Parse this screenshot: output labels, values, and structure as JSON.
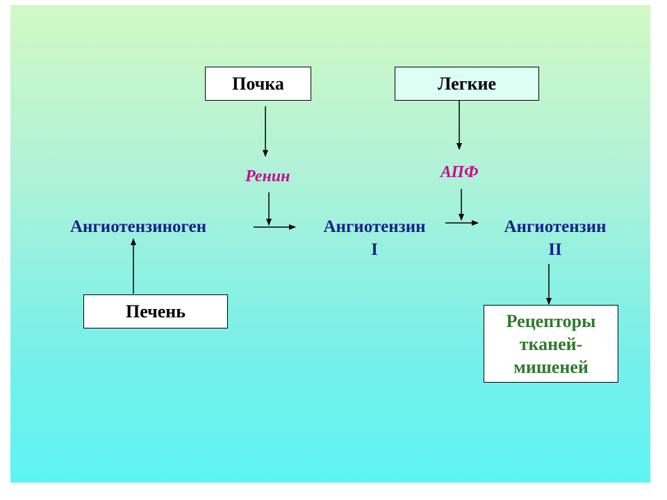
{
  "diagram": {
    "nodes": {
      "kidney": "Почка",
      "lungs": "Легкие",
      "liver": "Печень",
      "angiotensinogen": "Ангиотензиноген",
      "angiotensin1": {
        "line1": "Ангиотензин",
        "line2": "I"
      },
      "angiotensin2": {
        "line1": "Ангиотензин",
        "line2": "II"
      },
      "receptors": {
        "line1": "Рецепторы",
        "line2": "тканей-",
        "line3": "мишеней"
      }
    },
    "enzymes": {
      "renin": "Ренин",
      "ace": "АПФ"
    },
    "colors": {
      "substrate_text": "#1a1f8c",
      "enzyme_text": "#c2108a",
      "receptor_text": "#2f7a2b",
      "background_top": "#d2f9c4",
      "background_bottom": "#5ef4f4"
    }
  }
}
